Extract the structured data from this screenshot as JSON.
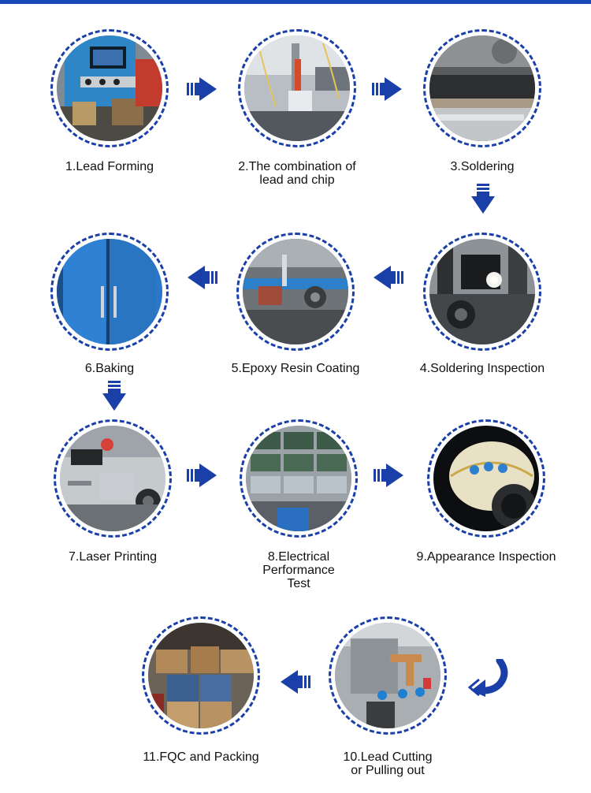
{
  "accent_color": "#1a3fa8",
  "steps": [
    {
      "label": "1.Lead Forming",
      "photo": "lead-forming-machine"
    },
    {
      "label": "2.The combination of lead and chip",
      "photo": "assembly-machine"
    },
    {
      "label": "3.Soldering",
      "photo": "soldering-line"
    },
    {
      "label": "4.Soldering Inspection",
      "photo": "inspection-camera"
    },
    {
      "label": "5.Epoxy Resin Coating",
      "photo": "coating-machine"
    },
    {
      "label": "6.Baking",
      "photo": "baking-oven"
    },
    {
      "label": "7.Laser Printing",
      "photo": "laser-printer"
    },
    {
      "label": "8.Electrical Performance Test",
      "photo": "test-racks"
    },
    {
      "label": "9.Appearance Inspection",
      "photo": "inspection-lens"
    },
    {
      "label": "10.Lead Cutting or Pulling out",
      "photo": "cutting-machine"
    },
    {
      "label": "11.FQC and Packing",
      "photo": "warehouse-boxes"
    }
  ]
}
